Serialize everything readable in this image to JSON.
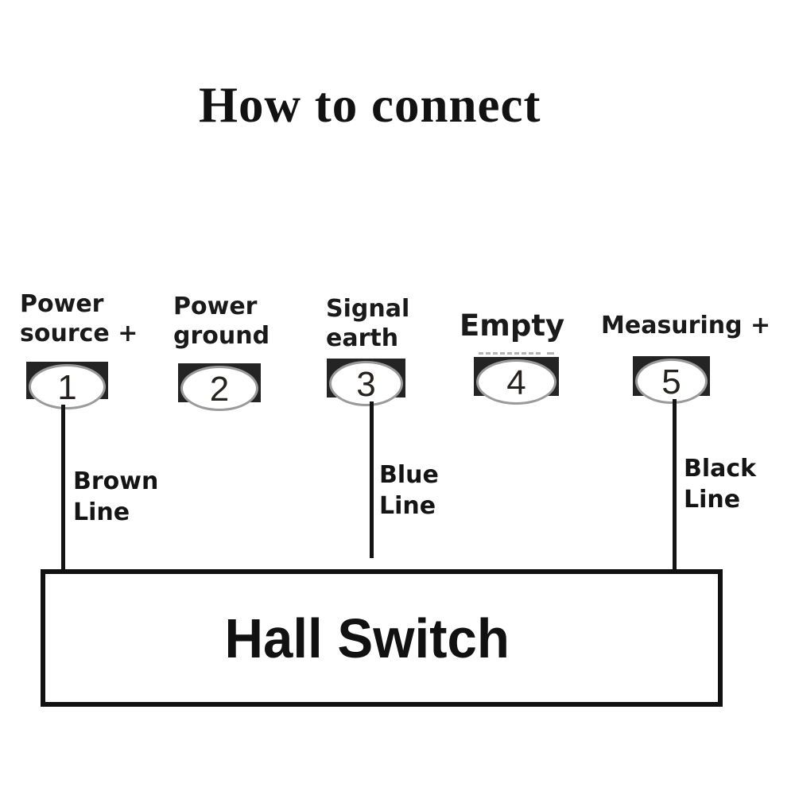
{
  "title": "How to connect",
  "pins": [
    {
      "number": "1",
      "label_line1": "Power",
      "label_line2": "source +"
    },
    {
      "number": "2",
      "label_line1": "Power",
      "label_line2": "ground"
    },
    {
      "number": "3",
      "label_line1": "Signal",
      "label_line2": "earth"
    },
    {
      "number": "4",
      "label_line1": "Empty",
      "label_line2": ""
    },
    {
      "number": "5",
      "label_line1": "Measuring +",
      "label_line2": ""
    }
  ],
  "wires": [
    {
      "from_pin": "1",
      "label_line1": "Brown",
      "label_line2": "Line"
    },
    {
      "from_pin": "3",
      "label_line1": "Blue",
      "label_line2": "Line"
    },
    {
      "from_pin": "5",
      "label_line1": "Black",
      "label_line2": "Line"
    }
  ],
  "device": {
    "label": "Hall Switch"
  },
  "colors": {
    "ink": "#141414",
    "pin_block": "#242424",
    "ellipse_border": "#9a9a9a",
    "artifact_gray": "#b3b3b3",
    "background": "#ffffff"
  }
}
